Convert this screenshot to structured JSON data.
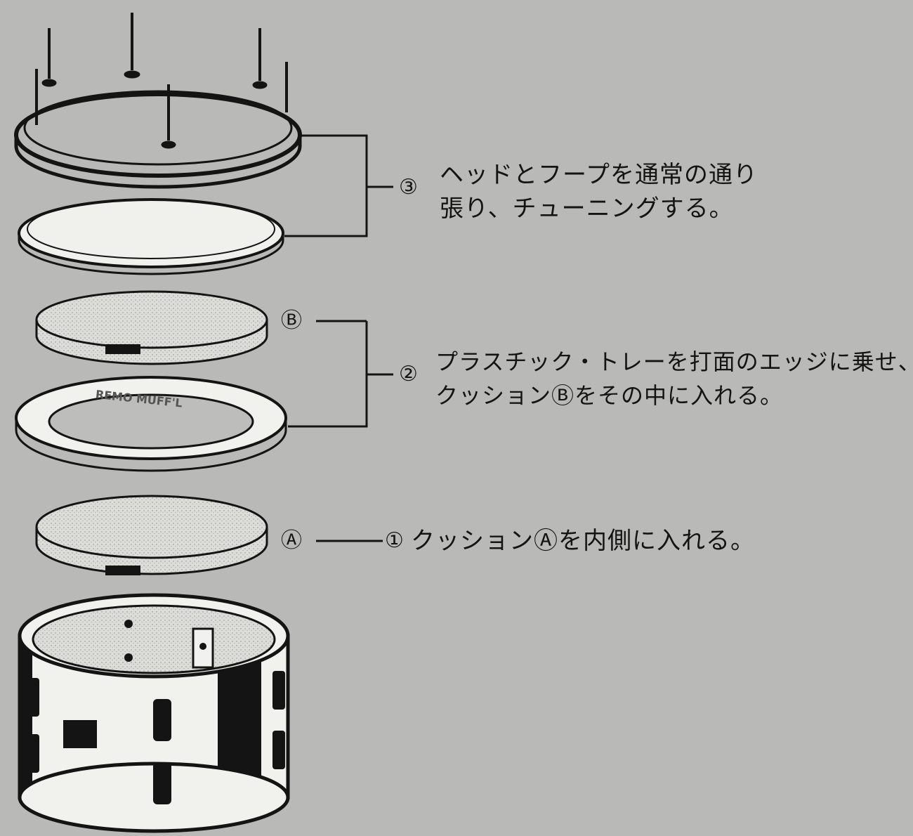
{
  "steps": [
    {
      "number": "③",
      "line1": "ヘッドとフープを通常の通り",
      "line2": "張り、チューニングする。"
    },
    {
      "number": "②",
      "line1": "プラスチック・トレーを打面のエッジに乗せ、",
      "line2": "クッションⒷをその中に入れる。"
    },
    {
      "number": "①",
      "line1": "クッションⒶを内側に入れる。"
    }
  ],
  "labels": {
    "cushion_b": "Ⓑ",
    "cushion_a": "Ⓐ"
  },
  "tray_marking": "REMO MUFF'L",
  "colors": {
    "background": "#b9bab8",
    "ink": "#141414",
    "cushion": "#d9d9d6",
    "drum_body": "#f1f1ee"
  }
}
